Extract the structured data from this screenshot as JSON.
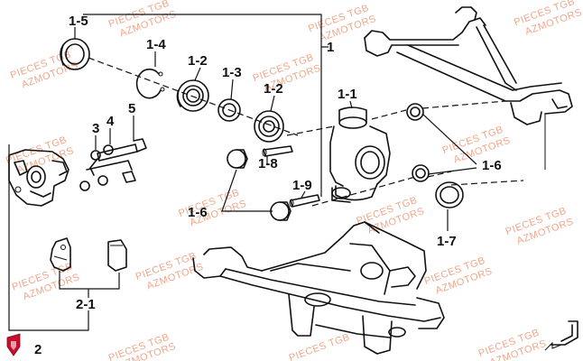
{
  "callouts": {
    "c1": "1",
    "c1_1": "1-1",
    "c1_2a": "1-2",
    "c1_2b": "1-2",
    "c1_3": "1-3",
    "c1_4": "1-4",
    "c1_5": "1-5",
    "c1_6a": "1-6",
    "c1_6b": "1-6",
    "c1_7": "1-7",
    "c1_8": "1-8",
    "c1_9": "1-9",
    "c2": "2",
    "c2_1": "2-1",
    "c3": "3",
    "c4": "4",
    "c5": "5"
  },
  "watermark": {
    "line1": "PIECES TGB",
    "line2": "AZMOTORS"
  },
  "colors": {
    "ink": "#111111",
    "watermark": "#f0a78b",
    "logo": "#c8102e"
  },
  "icons": [
    "azmotors-logo",
    "front-direction-arrow-icon"
  ]
}
